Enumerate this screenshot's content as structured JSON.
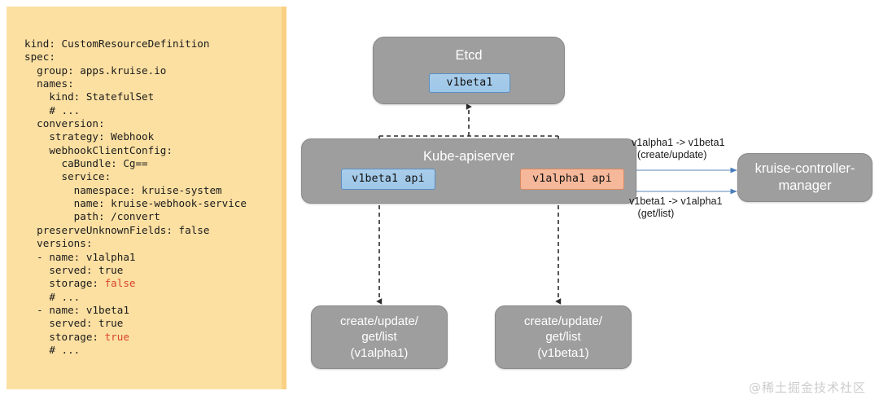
{
  "yaml_panel": {
    "name": "crd-yaml-snippet",
    "background_color": "#fce0a2",
    "lines": [
      {
        "text": "kind: CustomResourceDefinition"
      },
      {
        "text": "spec:"
      },
      {
        "text": "  group: apps.kruise.io"
      },
      {
        "text": "  names:"
      },
      {
        "text": "    kind: StatefulSet"
      },
      {
        "text": "    # ..."
      },
      {
        "text": "  conversion:"
      },
      {
        "text": "    strategy: Webhook"
      },
      {
        "text": "    webhookClientConfig:"
      },
      {
        "text": "      caBundle: Cg=="
      },
      {
        "text": "      service:"
      },
      {
        "text": "        namespace: kruise-system"
      },
      {
        "text": "        name: kruise-webhook-service"
      },
      {
        "text": "        path: /convert"
      },
      {
        "text": "  preserveUnknownFields: false"
      },
      {
        "text": "  versions:"
      },
      {
        "text": "  - name: v1alpha1"
      },
      {
        "text": "    served: true"
      },
      {
        "text": "    storage: ",
        "highlight": "false"
      },
      {
        "text": "    # ..."
      },
      {
        "text": "  - name: v1beta1"
      },
      {
        "text": "    served: true"
      },
      {
        "text": "    storage: ",
        "highlight": "true"
      },
      {
        "text": "    # ..."
      }
    ]
  },
  "diagram": {
    "etcd": {
      "title": "Etcd",
      "chip": "v1beta1",
      "chip_color": "#a9cdea"
    },
    "apiserver": {
      "title": "Kube-apiserver",
      "chip_beta": "v1beta1 api",
      "chip_alpha": "v1alpha1 api",
      "chip_beta_color": "#a9cdea",
      "chip_alpha_color": "#f6b89a"
    },
    "controller_manager": {
      "label": "kruise-controller-manager"
    },
    "bottom_left": {
      "label": "create/update/\nget/list\n(v1alpha1)"
    },
    "bottom_right": {
      "label": "create/update/\nget/list\n(v1beta1)"
    },
    "edge_labels": {
      "create_update": "v1alpha1 -> v1beta1\n  (create/update)",
      "get_list": "v1beta1 -> v1alpha1\n   (get/list)"
    },
    "node_color": "#9e9e9e",
    "arrow_color_solid": "#4a7ebb",
    "arrow_color_dashed": "#2b2b2b"
  },
  "watermark": {
    "text": "@稀土掘金技术社区"
  }
}
